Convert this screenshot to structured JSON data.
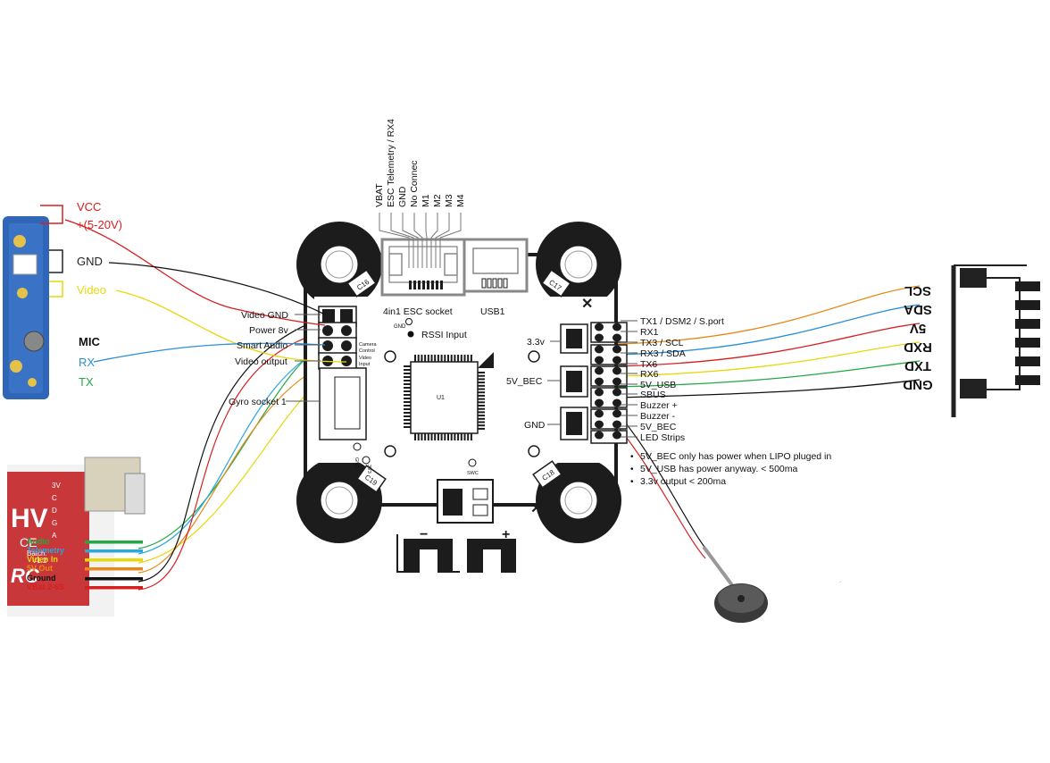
{
  "colors": {
    "vcc": "#d62020",
    "video": "#e6d80a",
    "rx": "#2a8fd6",
    "tx": "#22a845",
    "orange": "#e88a1a",
    "audio": "#22a845",
    "telemetry": "#2aa8e0",
    "board": "#1c1c1c",
    "vtx_blue": "#2f66b8",
    "red_board": "#c8373a"
  },
  "camera": {
    "vcc_label": "VCC",
    "vcc_range": "+(5-20V)",
    "gnd_label": "GND",
    "video_label": "Video",
    "mic_label": "MIC",
    "rx_label": "RX",
    "tx_label": "TX"
  },
  "vtx": {
    "model_text": "HV",
    "ce_text": "CE",
    "brand_text": "RC",
    "batch_text": "Batch:",
    "version_text": "V1.2",
    "pin_letters": [
      "3V",
      "C",
      "D",
      "G",
      "A"
    ],
    "pins": [
      "Audio",
      "Telemetry",
      "Video In",
      "5V Out",
      "Ground",
      "VBat 2-6S"
    ]
  },
  "esc_pins": [
    "VBAT",
    "ESC Telemetry / RX4",
    "GND",
    "No Connec",
    "M1",
    "M2",
    "M3",
    "M4"
  ],
  "board": {
    "esc_socket": "4in1 ESC socket",
    "usb": "USB1",
    "gnd_small": "GND",
    "rssi": "RSSI Input",
    "u1": "U1",
    "swc": "SWC",
    "camera_control": [
      "Camera",
      "Control"
    ],
    "video_input": [
      "Video",
      "Input"
    ],
    "cap_labels": [
      "C16",
      "C17",
      "C19",
      "C18"
    ],
    "side_small": [
      "GND",
      "3V3"
    ],
    "minus": "−",
    "plus": "+"
  },
  "left_labels": [
    "Video GND",
    "Power 8v",
    "Smart Audio",
    "Video output",
    "Gyro socket 1"
  ],
  "right_labels": [
    "TX1 / DSM2 / S.port",
    "RX1",
    "TX3 / SCL",
    "RX3 / SDA",
    "TX6",
    "RX6",
    "5V_USB",
    "SBUS",
    "Buzzer +",
    "Buzzer -",
    "5V_BEC",
    "LED Strips"
  ],
  "pad_labels": [
    "3.3v",
    "5V_BEC",
    "GND"
  ],
  "notes": [
    "5V_BEC only has power when LIPO pluged in",
    "5V_USB has power anyway. < 500ma",
    "3.3v output < 200ma"
  ],
  "gps_labels": [
    "SCL",
    "SDA",
    "5V",
    "RXD",
    "TXD",
    "GND"
  ]
}
